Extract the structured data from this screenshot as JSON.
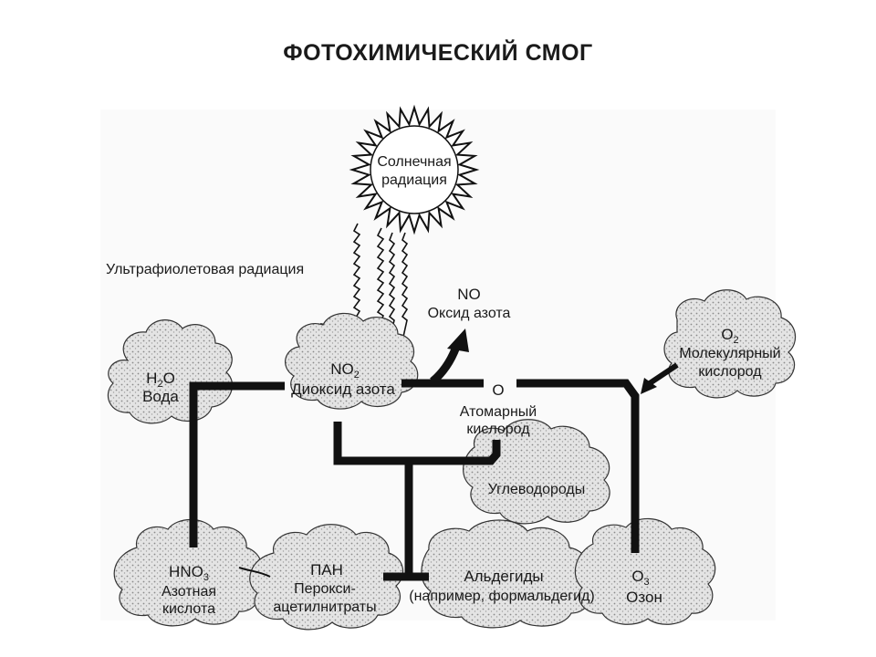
{
  "title": "ФОТОХИМИЧЕСКИЙ СМОГ",
  "sun": {
    "line1": "Солнечная",
    "line2": "радиация"
  },
  "uv_label": "Ультрафиолетовая радиация",
  "no": {
    "formula": "NO",
    "name": "Оксид азота"
  },
  "o_atomic": {
    "formula": "O",
    "name1": "Атомарный",
    "name2": "кислород"
  },
  "no2": {
    "formula": "NO",
    "sub": "2",
    "name": "Диоксид азота"
  },
  "h2o": {
    "f1": "H",
    "sub": "2",
    "f2": "O",
    "name": "Вода"
  },
  "o2": {
    "formula": "O",
    "sub": "2",
    "name1": "Молекулярный",
    "name2": "кислород"
  },
  "hydrocarbons": {
    "name": "Углеводороды"
  },
  "hno3": {
    "formula": "HNO",
    "sub": "3",
    "name1": "Азотная",
    "name2": "кислота"
  },
  "pan": {
    "abbr": "ПАН",
    "name1": "Перокси-",
    "name2": "ацетилнитраты"
  },
  "aldehydes": {
    "name": "Альдегиды",
    "example": "(например, формальдегид)"
  },
  "ozone": {
    "formula": "O",
    "sub": "3",
    "name": "Озон"
  },
  "colors": {
    "ink": "#111111",
    "cloud_fill": "#d9d9d9",
    "background": "#ffffff"
  }
}
